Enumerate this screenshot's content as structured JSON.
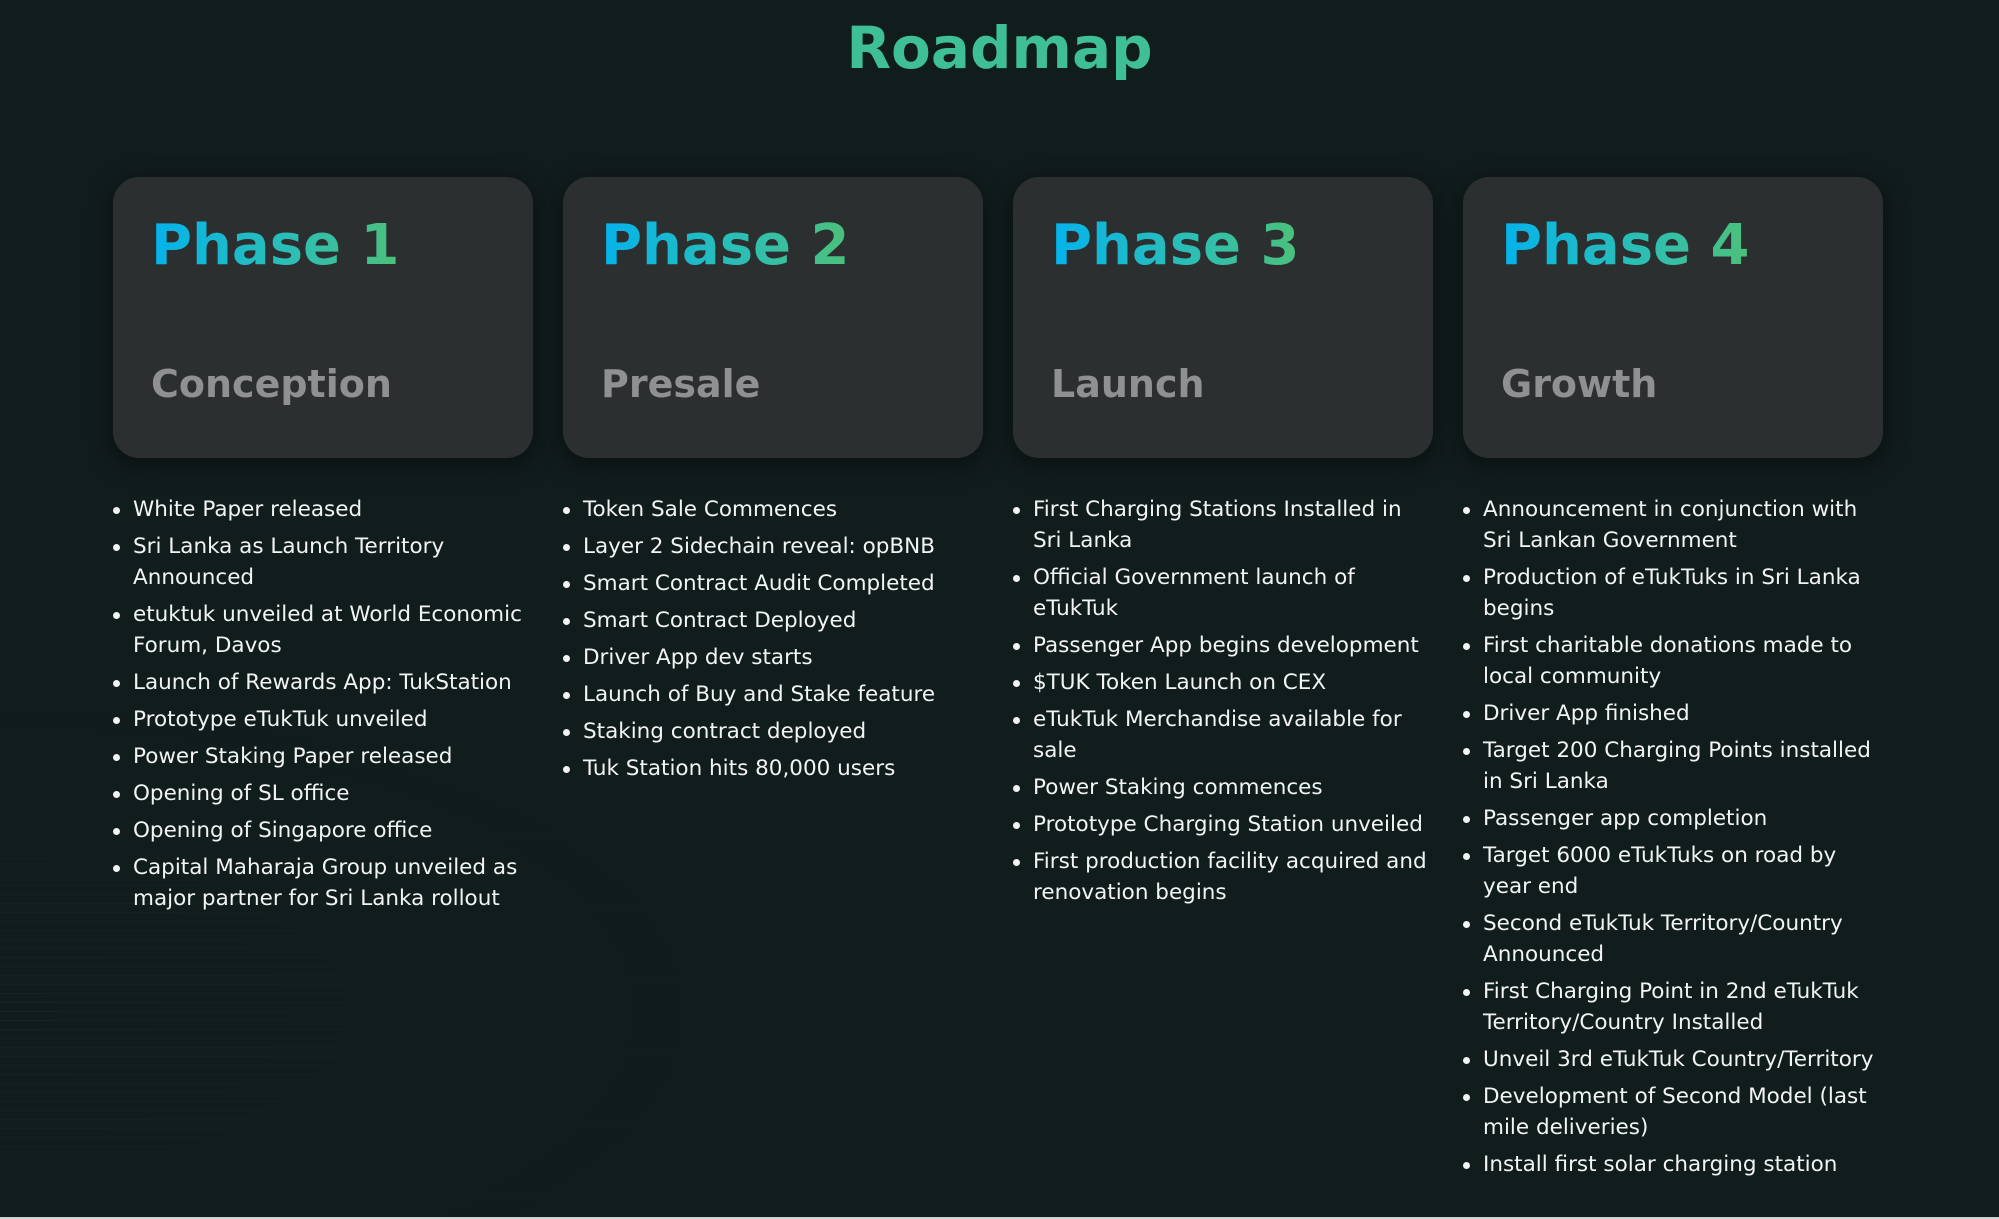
{
  "title": "Roadmap",
  "phases": [
    {
      "name": "Phase 1",
      "subtitle": "Conception",
      "items": [
        "White Paper released",
        "Sri Lanka as Launch Territory Announced",
        "etuktuk unveiled at World Economic Forum, Davos",
        "Launch of Rewards App: TukStation",
        "Prototype eTukTuk unveiled",
        "Power Staking Paper released",
        "Opening of SL office",
        "Opening of Singapore office",
        "Capital Maharaja Group unveiled as major partner for Sri Lanka rollout"
      ]
    },
    {
      "name": "Phase 2",
      "subtitle": "Presale",
      "items": [
        "Token Sale Commences",
        "Layer 2 Sidechain reveal: opBNB",
        "Smart Contract Audit Completed",
        "Smart Contract Deployed",
        "Driver App dev starts",
        "Launch of Buy and Stake feature",
        "Staking contract deployed",
        "Tuk Station hits 80,000 users"
      ]
    },
    {
      "name": "Phase 3",
      "subtitle": "Launch",
      "items": [
        "First Charging Stations Installed in Sri Lanka",
        "Official Government launch of eTukTuk",
        "Passenger App begins development",
        "$TUK Token Launch on CEX",
        "eTukTuk Merchandise available for sale",
        "Power Staking commences",
        "Prototype Charging Station unveiled",
        "First production facility acquired and renovation begins"
      ]
    },
    {
      "name": "Phase 4",
      "subtitle": "Growth",
      "items": [
        "Announcement in conjunction with Sri Lankan Government",
        "Production of eTukTuks in Sri Lanka begins",
        "First charitable donations made to local community",
        "Driver App finished",
        "Target 200 Charging Points installed in Sri Lanka",
        "Passenger app completion",
        "Target 6000 eTukTuks on road by year end",
        "Second eTukTuk Territory/Country Announced",
        "First Charging Point in 2nd eTukTuk Territory/Country Installed",
        "Unveil 3rd eTukTuk Country/Territory",
        "Development of Second Model (last mile deliveries)",
        "Install first solar charging station"
      ]
    }
  ]
}
